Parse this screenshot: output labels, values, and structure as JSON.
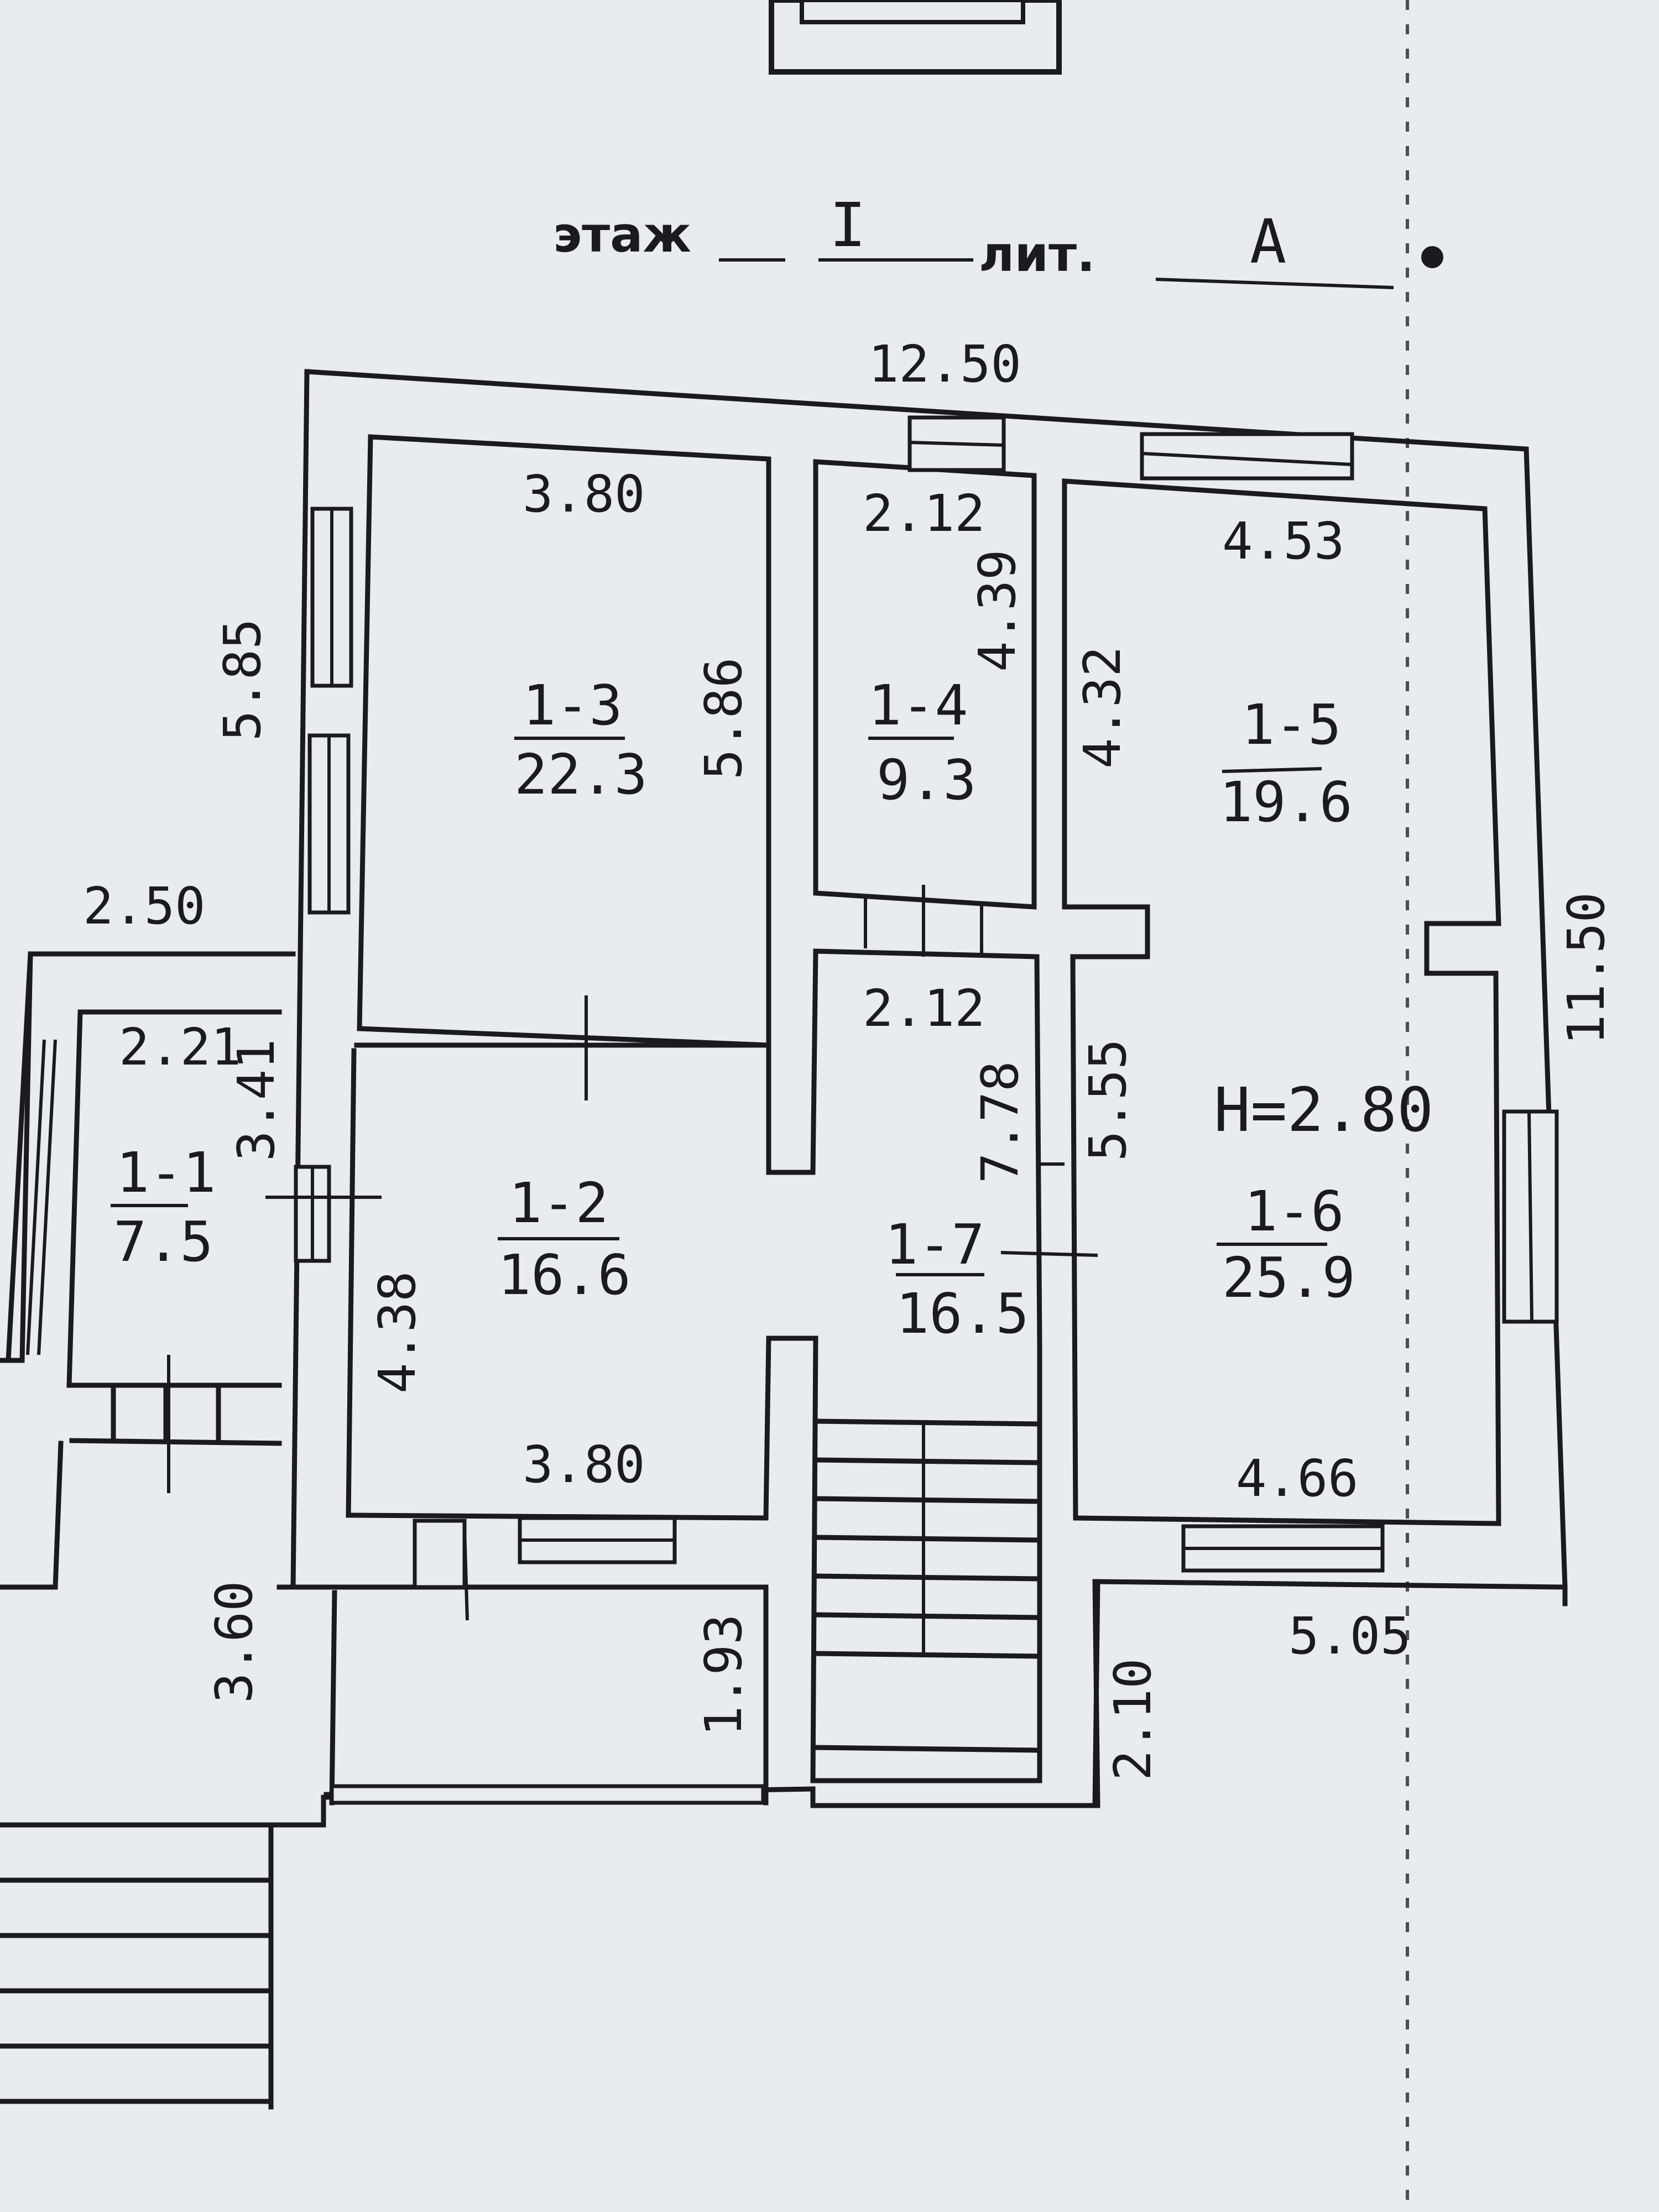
{
  "header": {
    "floor_label": "этаж",
    "floor_value": "I",
    "lit_label": "лит.",
    "lit_value": "А"
  },
  "height_label": "H=2.80",
  "dimensions": {
    "overall_width": "12.50",
    "overall_depth": "11.50",
    "left_wing_height": "5.85",
    "porch_width": "2.50",
    "porch_depth": "3.60",
    "right_bottom": "5.05",
    "stair_depth": "2.10",
    "vestibule_depth": "1.93",
    "r1_1_width": "2.21",
    "r1_1_depth": "3.41",
    "r1_3_top": "3.80",
    "r1_3_side": "5.86",
    "r1_2_side": "4.38",
    "r1_2_bottom": "3.80",
    "r1_4_top": "2.12",
    "r1_4_side": "4.39",
    "r1_7_top": "2.12",
    "r1_7_side": "7.78",
    "r1_5_top": "4.53",
    "r1_5_side": "4.32",
    "r1_6_side": "5.55",
    "r1_6_bottom": "4.66"
  },
  "rooms": [
    {
      "id": "1-1",
      "area": "7.5"
    },
    {
      "id": "1-2",
      "area": "16.6"
    },
    {
      "id": "1-3",
      "area": "22.3"
    },
    {
      "id": "1-4",
      "area": "9.3"
    },
    {
      "id": "1-5",
      "area": "19.6"
    },
    {
      "id": "1-6",
      "area": "25.9"
    },
    {
      "id": "1-7",
      "area": "16.5"
    }
  ]
}
